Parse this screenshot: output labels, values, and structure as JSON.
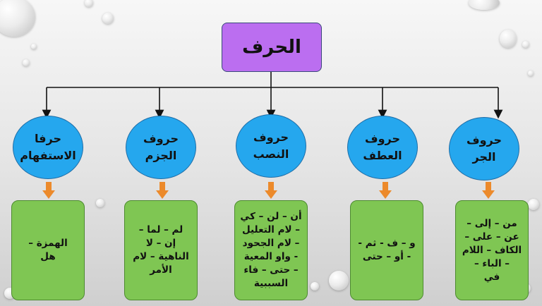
{
  "root": {
    "label": "الحرف"
  },
  "colors": {
    "root": "#bb6ef0",
    "category": "#25a7ee",
    "examples": "#7fc653",
    "arrow": "#ec8a2b"
  },
  "categories": [
    {
      "title": "حروف\nالجر",
      "examples": "من – إلى –\nعن – على –\nالكاف – اللام\n– الباء –\nفي"
    },
    {
      "title": "حروف\nالعطف",
      "examples": "و – ف - ثم -\n- أو – حتى"
    },
    {
      "title": "حروف\nالنصب",
      "examples": "أن – لن – كي\n– لام التعليل\n– لام الجحود\n- واو المعية\n– حتى – فاء\nالسببية"
    },
    {
      "title": "حروف\nالجزم",
      "examples": "لم – لما –\nإن – لا\nالناهية – لام\nالأمر"
    },
    {
      "title": "حرفا\nالاستفهام",
      "examples": "الهمزة –\nهل"
    }
  ]
}
